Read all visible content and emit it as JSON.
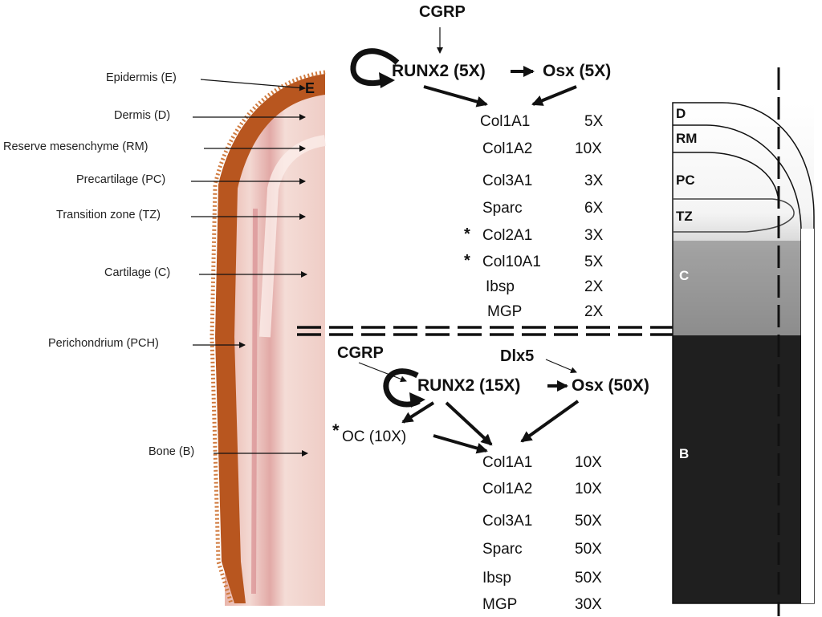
{
  "tissue_labels": [
    {
      "id": "epidermis",
      "text": "Epidermis (E)"
    },
    {
      "id": "dermis",
      "text": "Dermis (D)"
    },
    {
      "id": "reserve",
      "text": "Reserve mesenchyme (RM)"
    },
    {
      "id": "precart",
      "text": "Precartilage (PC)"
    },
    {
      "id": "transition",
      "text": "Transition zone (TZ)"
    },
    {
      "id": "cartilage",
      "text": "Cartilage (C)"
    },
    {
      "id": "perichondrium",
      "text": "Perichondrium (PCH)"
    },
    {
      "id": "bone",
      "text": "Bone (B)"
    }
  ],
  "image_letter": "E",
  "top_pathway": {
    "cgrp": "CGRP",
    "runx2": "RUNX2 (5X)",
    "osx": "Osx (5X)",
    "genes": [
      {
        "name": "Col1A1",
        "fold": "5X",
        "star": false
      },
      {
        "name": "Col1A2",
        "fold": "10X",
        "star": false
      },
      {
        "name": "Col3A1",
        "fold": "3X",
        "star": false
      },
      {
        "name": "Sparc",
        "fold": "6X",
        "star": false
      },
      {
        "name": "Col2A1",
        "fold": "3X",
        "star": true
      },
      {
        "name": "Col10A1",
        "fold": "5X",
        "star": true
      },
      {
        "name": "Ibsp",
        "fold": "2X",
        "star": false
      },
      {
        "name": "MGP",
        "fold": "2X",
        "star": false
      }
    ]
  },
  "bottom_pathway": {
    "cgrp": "CGRP",
    "dlx5": "Dlx5",
    "runx2": "RUNX2 (15X)",
    "osx": "Osx (50X)",
    "oc": "OC (10X)",
    "oc_star": "*",
    "genes": [
      {
        "name": "Col1A1",
        "fold": "10X"
      },
      {
        "name": "Col1A2",
        "fold": "10X"
      },
      {
        "name": "Col3A1",
        "fold": "50X"
      },
      {
        "name": "Sparc",
        "fold": "50X"
      },
      {
        "name": "Ibsp",
        "fold": "50X"
      },
      {
        "name": "MGP",
        "fold": "30X"
      }
    ]
  },
  "star_symbol": "*",
  "schematic_zones": {
    "d": "D",
    "rm": "RM",
    "pc": "PC",
    "tz": "TZ",
    "c": "C",
    "b": "B"
  },
  "colors": {
    "epidermis": "#b8561f",
    "tissue": "#f1d6d0",
    "tissue_dark": "#d99a98",
    "schematic_dark": "#1e1e1e",
    "schematic_mid": "#8a8a8a"
  }
}
